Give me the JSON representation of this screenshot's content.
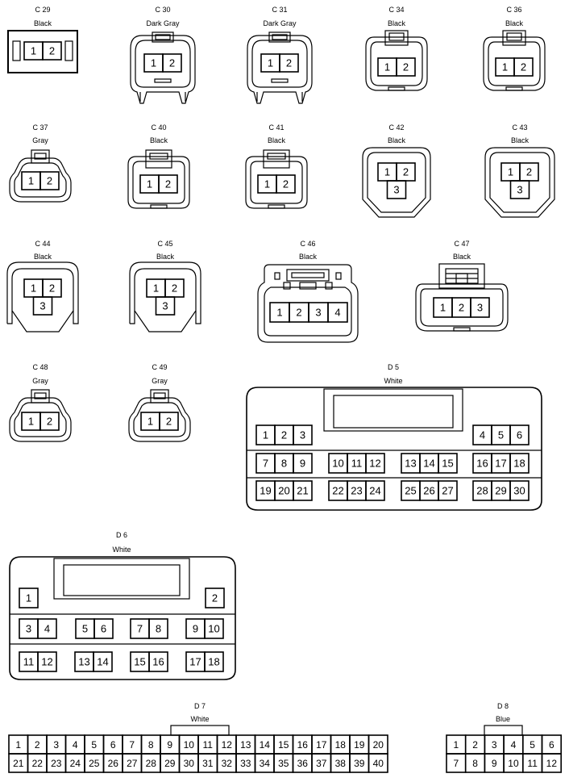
{
  "connectors": [
    {
      "id": "C 29",
      "color": "Black",
      "pins": [
        "1",
        "2"
      ]
    },
    {
      "id": "C 30",
      "color": "Dark Gray",
      "pins": [
        "1",
        "2"
      ]
    },
    {
      "id": "C 31",
      "color": "Dark Gray",
      "pins": [
        "1",
        "2"
      ]
    },
    {
      "id": "C 34",
      "color": "Black",
      "pins": [
        "1",
        "2"
      ]
    },
    {
      "id": "C 36",
      "color": "Black",
      "pins": [
        "1",
        "2"
      ]
    },
    {
      "id": "C 37",
      "color": "Gray",
      "pins": [
        "1",
        "2"
      ]
    },
    {
      "id": "C 40",
      "color": "Black",
      "pins": [
        "1",
        "2"
      ]
    },
    {
      "id": "C 41",
      "color": "Black",
      "pins": [
        "1",
        "2"
      ]
    },
    {
      "id": "C 42",
      "color": "Black",
      "pins": [
        "1",
        "2",
        "3"
      ]
    },
    {
      "id": "C 43",
      "color": "Black",
      "pins": [
        "1",
        "2",
        "3"
      ]
    },
    {
      "id": "C 44",
      "color": "Black",
      "pins": [
        "1",
        "2",
        "3"
      ]
    },
    {
      "id": "C 45",
      "color": "Black",
      "pins": [
        "1",
        "2",
        "3"
      ]
    },
    {
      "id": "C 46",
      "color": "Black",
      "pins": [
        "1",
        "2",
        "3",
        "4"
      ]
    },
    {
      "id": "C 47",
      "color": "Black",
      "pins": [
        "1",
        "2",
        "3"
      ]
    },
    {
      "id": "C 48",
      "color": "Gray",
      "pins": [
        "1",
        "2"
      ]
    },
    {
      "id": "C 49",
      "color": "Gray",
      "pins": [
        "1",
        "2"
      ]
    },
    {
      "id": "D 5",
      "color": "White",
      "pins": [
        "1",
        "2",
        "3",
        "4",
        "5",
        "6",
        "7",
        "8",
        "9",
        "10",
        "11",
        "12",
        "13",
        "14",
        "15",
        "16",
        "17",
        "18",
        "19",
        "20",
        "21",
        "22",
        "23",
        "24",
        "25",
        "26",
        "27",
        "28",
        "29",
        "30"
      ]
    },
    {
      "id": "D 6",
      "color": "White",
      "pins": [
        "1",
        "2",
        "3",
        "4",
        "5",
        "6",
        "7",
        "8",
        "9",
        "10",
        "11",
        "12",
        "13",
        "14",
        "15",
        "16",
        "17",
        "18"
      ]
    },
    {
      "id": "D 7",
      "color": "White",
      "pins": [
        "1",
        "2",
        "3",
        "4",
        "5",
        "6",
        "7",
        "8",
        "9",
        "10",
        "11",
        "12",
        "13",
        "14",
        "15",
        "16",
        "17",
        "18",
        "19",
        "20",
        "21",
        "22",
        "23",
        "24",
        "25",
        "26",
        "27",
        "28",
        "29",
        "30",
        "31",
        "32",
        "33",
        "34",
        "35",
        "36",
        "37",
        "38",
        "39",
        "40"
      ]
    },
    {
      "id": "D 8",
      "color": "Blue",
      "pins": [
        "1",
        "2",
        "3",
        "4",
        "5",
        "6",
        "7",
        "8",
        "9",
        "10",
        "11",
        "12"
      ]
    }
  ]
}
